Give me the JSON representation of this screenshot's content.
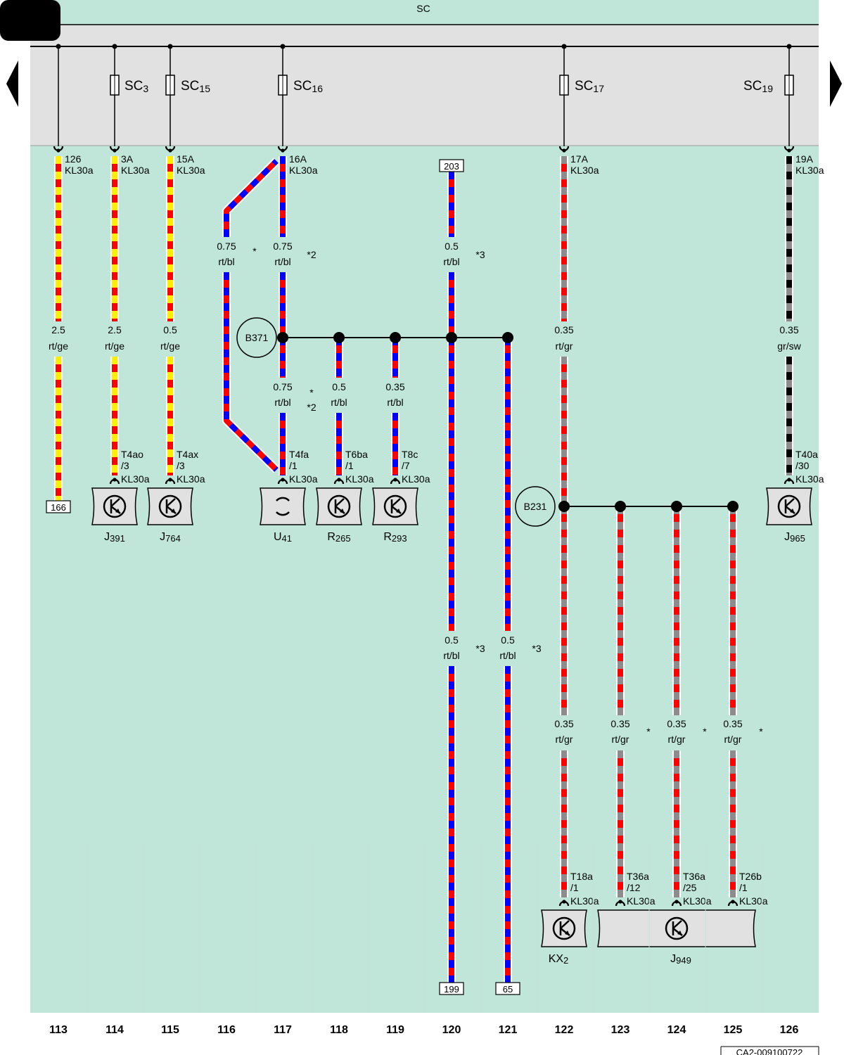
{
  "sc_label": "SC",
  "nav": {
    "prev": "previous-page-arrow",
    "next": "next-page-arrow"
  },
  "colors": {
    "rt": "#ff0000",
    "ge": "#ffee00",
    "bl": "#0000ff",
    "gr": "#8c8c8c",
    "sw": "#000000",
    "bg": "#bfe6d9",
    "band": "#e1e1e1"
  },
  "fuses": [
    {
      "base": "SC",
      "sub": "3"
    },
    {
      "base": "SC",
      "sub": "15"
    },
    {
      "base": "SC",
      "sub": "16"
    },
    {
      "base": "SC",
      "sub": "17"
    },
    {
      "base": "SC",
      "sub": "19"
    }
  ],
  "columns": [
    "113",
    "114",
    "115",
    "116",
    "117",
    "118",
    "119",
    "120",
    "121",
    "122",
    "123",
    "124",
    "125",
    "126"
  ],
  "wires": [
    {
      "id": "w113",
      "gauge": "2.5",
      "color": "rt/ge",
      "pin": "126",
      "kl": "KL30a"
    },
    {
      "id": "w114",
      "gauge": "2.5",
      "color": "rt/ge",
      "pin": "3A",
      "kl": "KL30a"
    },
    {
      "id": "w115",
      "gauge": "0.5",
      "color": "rt/ge",
      "pin": "15A",
      "kl": "KL30a"
    },
    {
      "id": "w116",
      "gauge": "0.75",
      "color": "rt/bl",
      "note": "*"
    },
    {
      "id": "w117a",
      "gauge": "0.75",
      "color": "rt/bl",
      "note": "*2",
      "pin": "16A",
      "kl": "KL30a"
    },
    {
      "id": "w117b",
      "gauge": "0.75",
      "color": "rt/bl",
      "note1": "*",
      "note2": "*2"
    },
    {
      "id": "w118",
      "gauge": "0.5",
      "color": "rt/bl"
    },
    {
      "id": "w119",
      "gauge": "0.35",
      "color": "rt/bl"
    },
    {
      "id": "w120a",
      "gauge": "0.5",
      "color": "rt/bl",
      "note": "*3"
    },
    {
      "id": "w120b",
      "gauge": "0.5",
      "color": "rt/bl",
      "note": "*3"
    },
    {
      "id": "w121",
      "gauge": "0.5",
      "color": "rt/bl",
      "note": "*3"
    },
    {
      "id": "w122a",
      "gauge": "0.35",
      "color": "rt/gr",
      "pin": "17A",
      "kl": "KL30a"
    },
    {
      "id": "w122b",
      "gauge": "0.35",
      "color": "rt/gr"
    },
    {
      "id": "w123",
      "gauge": "0.35",
      "color": "rt/gr",
      "note": "*"
    },
    {
      "id": "w124",
      "gauge": "0.35",
      "color": "rt/gr",
      "note": "*"
    },
    {
      "id": "w125",
      "gauge": "0.35",
      "color": "rt/gr",
      "note": "*"
    },
    {
      "id": "w126",
      "gauge": "0.35",
      "color": "gr/sw",
      "pin": "19A",
      "kl": "KL30a"
    }
  ],
  "connectors": [
    {
      "l1": "T4ao",
      "l2": "/3",
      "l3": "KL30a"
    },
    {
      "l1": "T4ax",
      "l2": "/3",
      "l3": "KL30a"
    },
    {
      "l1": "T4fa",
      "l2": "/1",
      "l3": "KL30a"
    },
    {
      "l1": "T6ba",
      "l2": "/1",
      "l3": "KL30a"
    },
    {
      "l1": "T8c",
      "l2": "/7",
      "l3": "KL30a"
    },
    {
      "l1": "T40a",
      "l2": "/30",
      "l3": "KL30a"
    },
    {
      "l1": "T18a",
      "l2": "/1",
      "l3": "KL30a"
    },
    {
      "l1": "T36a",
      "l2": "/12",
      "l3": "KL30a"
    },
    {
      "l1": "T36a",
      "l2": "/25",
      "l3": "KL30a"
    },
    {
      "l1": "T26b",
      "l2": "/1",
      "l3": "KL30a"
    }
  ],
  "components": [
    {
      "base": "J",
      "sub": "391"
    },
    {
      "base": "J",
      "sub": "764"
    },
    {
      "base": "U",
      "sub": "41"
    },
    {
      "base": "R",
      "sub": "265"
    },
    {
      "base": "R",
      "sub": "293"
    },
    {
      "base": "J",
      "sub": "965"
    },
    {
      "base": "KX",
      "sub": "2"
    },
    {
      "base": "J",
      "sub": "949"
    }
  ],
  "junctions": [
    "B371",
    "B231"
  ],
  "refs": [
    "166",
    "203",
    "199",
    "65"
  ],
  "doc_id": "CA2-009100722"
}
